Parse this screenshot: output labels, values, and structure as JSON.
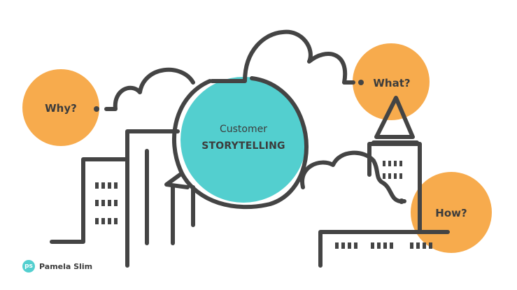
{
  "diagram": {
    "center": {
      "line1": "Customer",
      "line2": "STORYTELLING"
    },
    "questions": {
      "why": "Why?",
      "what": "What?",
      "how": "How?"
    }
  },
  "brand": {
    "badge": "ps",
    "name": "Pamela Slim"
  },
  "colors": {
    "teal": "#53cfcf",
    "orange": "#f7ab4d",
    "line": "#444444",
    "text": "#3c3c3c"
  }
}
